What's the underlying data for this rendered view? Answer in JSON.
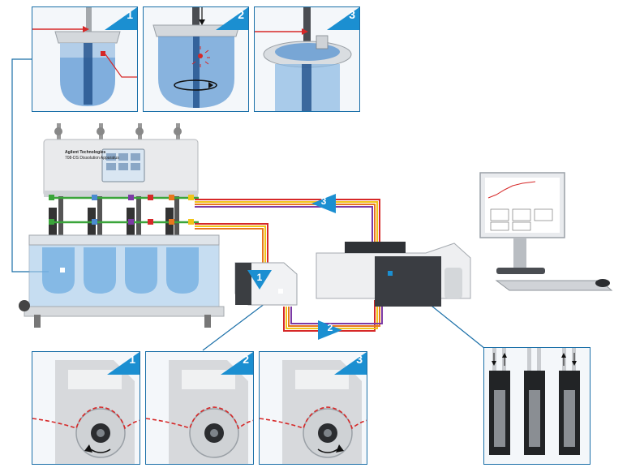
{
  "steps": {
    "top": [
      {
        "number": "1"
      },
      {
        "number": "2"
      },
      {
        "number": "3"
      }
    ],
    "bottom": [
      {
        "number": "1"
      },
      {
        "number": "2"
      },
      {
        "number": "3"
      }
    ],
    "flow": [
      {
        "number": "1"
      },
      {
        "number": "2"
      },
      {
        "number": "3"
      }
    ]
  },
  "dissolution_apparatus": {
    "brand": "Agilent Technologies",
    "model": "708-DS",
    "model_subtitle": "Dissolution Apparatus"
  },
  "colors": {
    "frame_blue": "#1a6fa8",
    "badge_blue": "#1b8fd1",
    "line_red": "#d62828",
    "line_yellow": "#f0c419",
    "line_orange": "#e8771e",
    "line_green": "#3aa53a",
    "line_purple": "#7c3aa5",
    "medium_blue": "#5f9ed6"
  }
}
